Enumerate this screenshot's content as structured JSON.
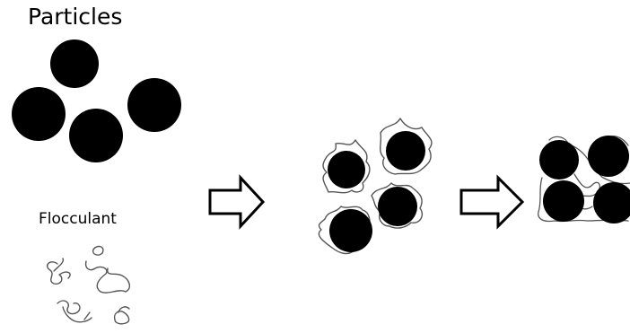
{
  "labels": {
    "particles": "Particles",
    "flocculant": "Flocculant"
  },
  "colors": {
    "particle": "#000000",
    "polymer": "#555555",
    "arrow_stroke": "#000000",
    "background": "#ffffff"
  },
  "stages": [
    "separate-particles-and-flocculant",
    "polymer-coated-particles",
    "bridged-floc"
  ]
}
